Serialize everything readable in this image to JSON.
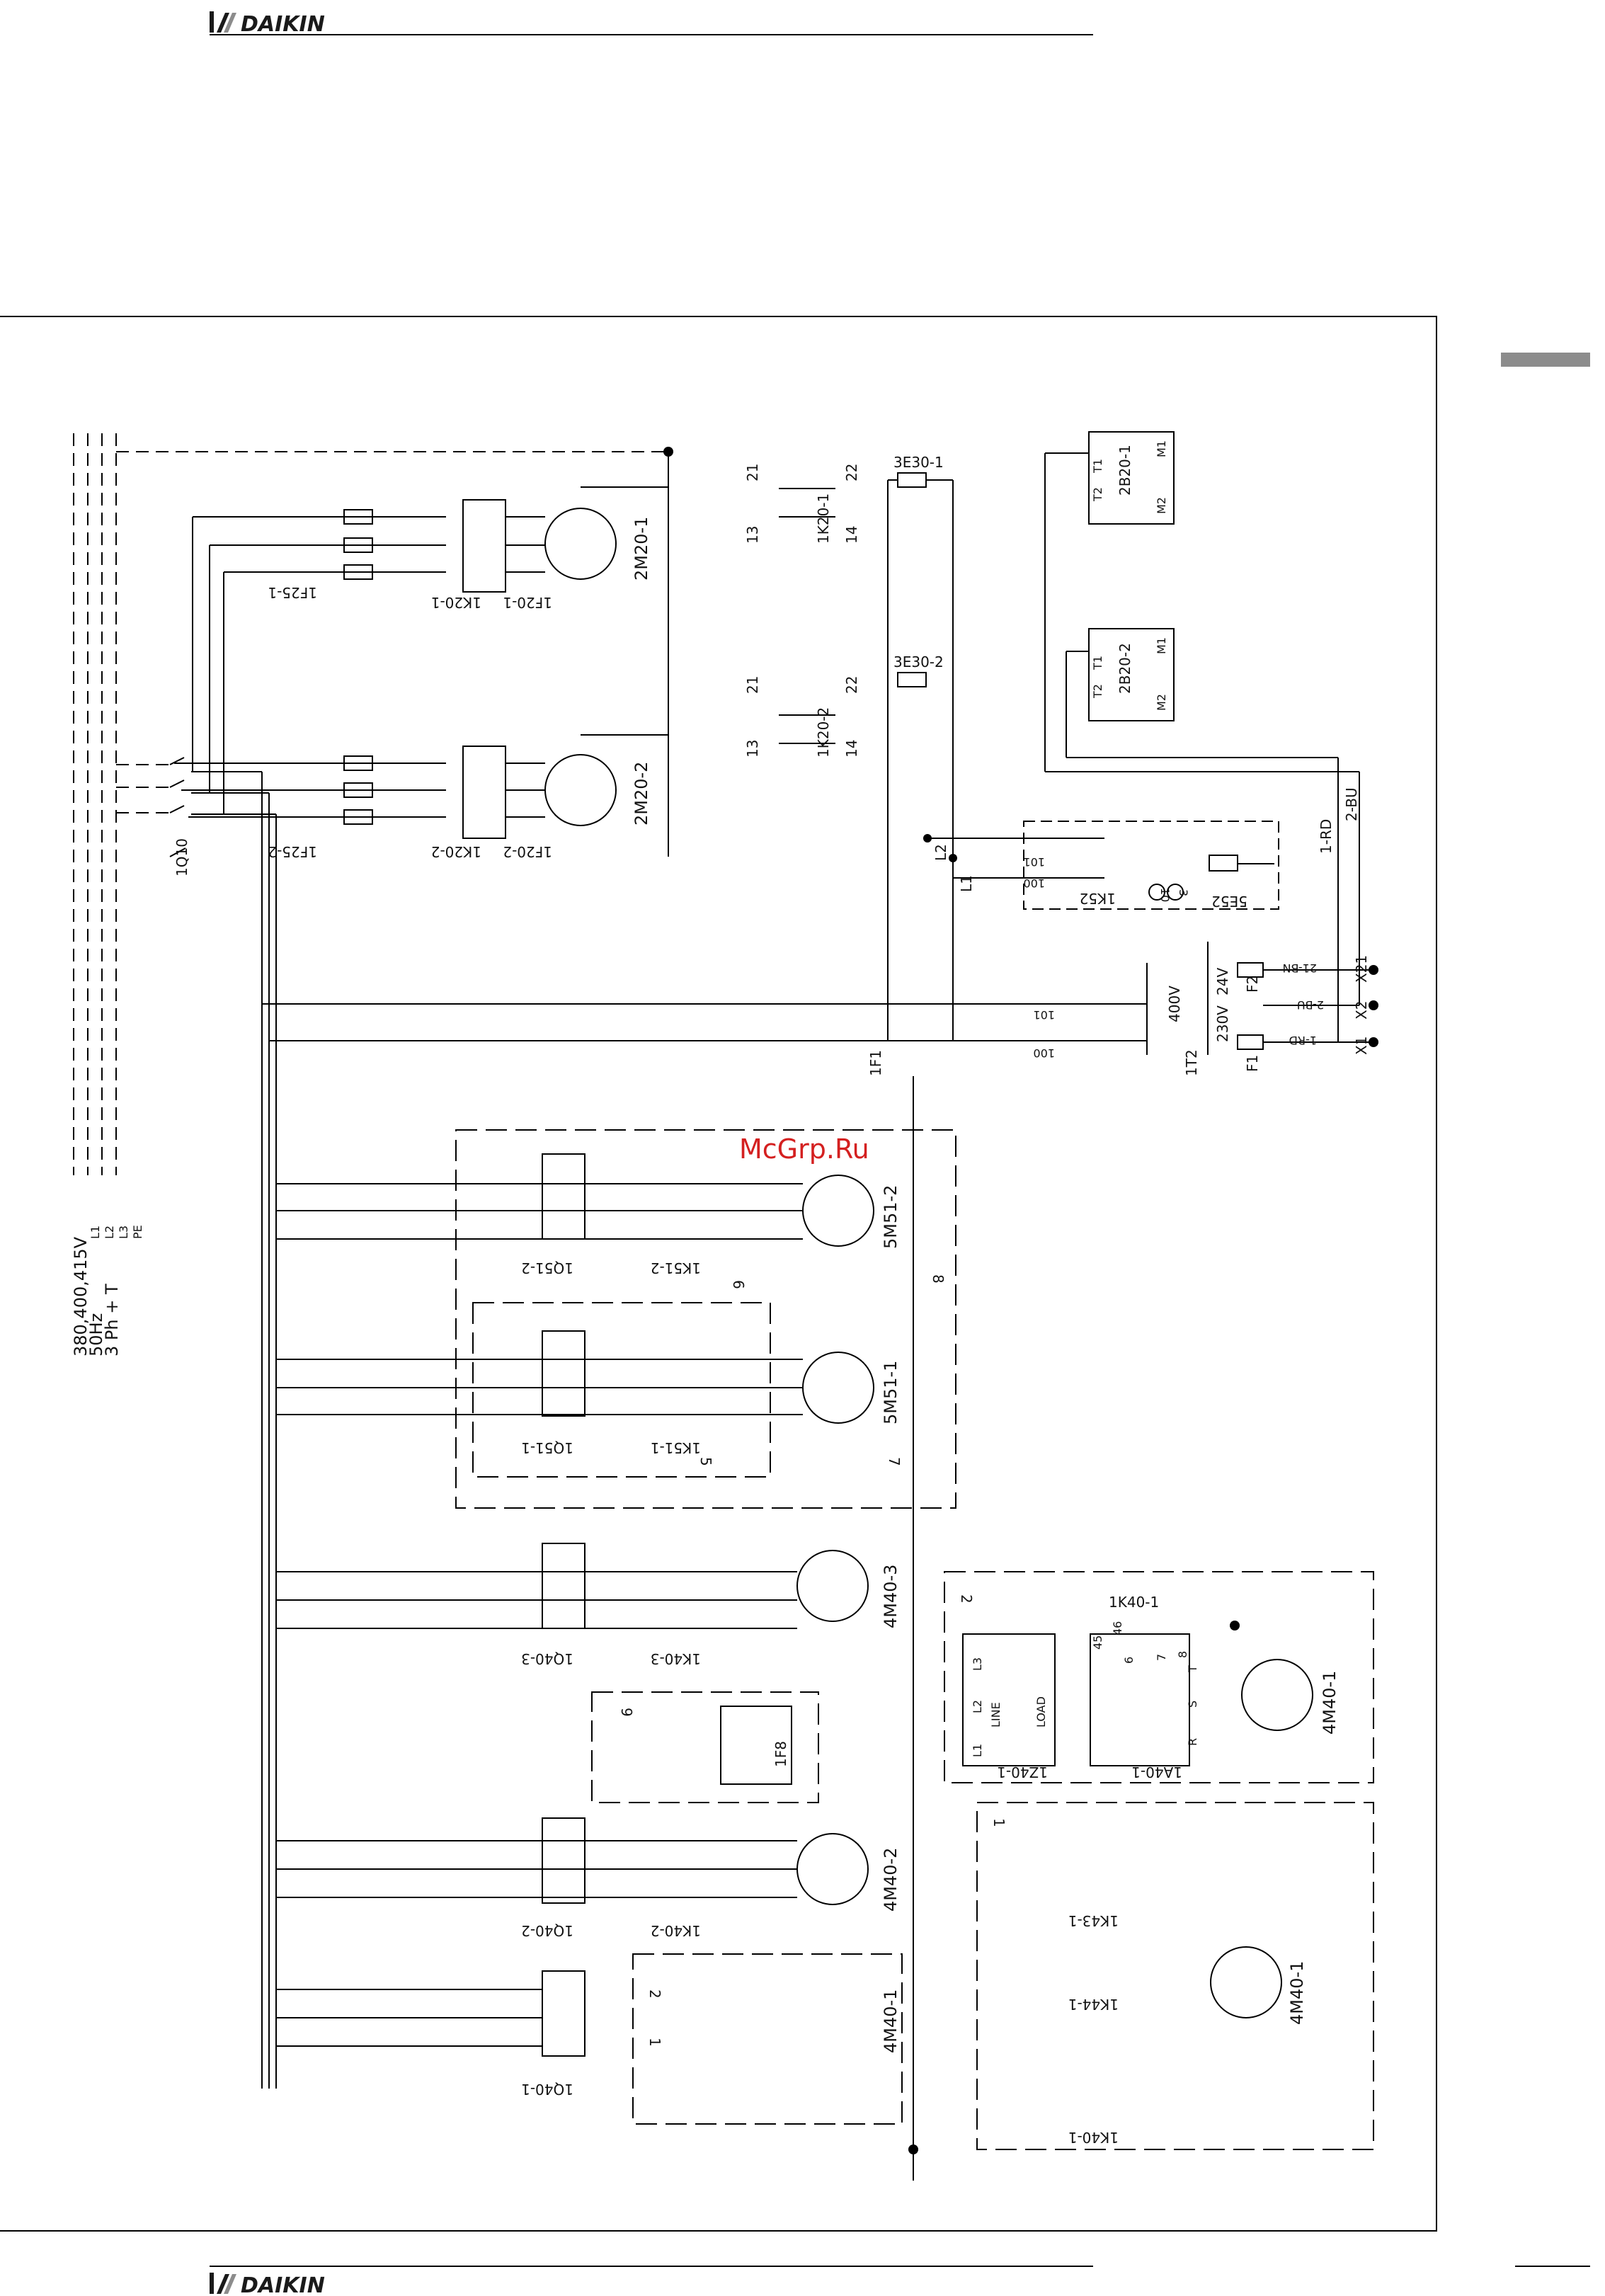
{
  "brand": "DAIKIN",
  "watermark": "McGrp.Ru",
  "supply": {
    "line1": "380,400,415V",
    "line2": "50Hz",
    "line3": "3 Ph + T",
    "conductors": [
      "L1",
      "L2",
      "L3",
      "PE"
    ]
  },
  "main_switch": "1Q10",
  "fans": [
    {
      "fuse": "1F25-1",
      "contactor": "1K20-1",
      "overload": "1F20-1",
      "motor": "2M20-1"
    },
    {
      "fuse": "1F25-2",
      "contactor": "1K20-2",
      "overload": "1F20-2",
      "motor": "2M20-2"
    }
  ],
  "aux_contacts": [
    {
      "ref": "1K20-1",
      "pins": [
        "21",
        "22",
        "13",
        "14"
      ]
    },
    {
      "ref": "1K20-2",
      "pins": [
        "21",
        "22",
        "13",
        "14"
      ]
    }
  ],
  "heaters": [
    "3E30-1",
    "3E30-2"
  ],
  "heater_bus": [
    "L2",
    "L1"
  ],
  "relay_block": {
    "relay": "1K52",
    "coil": "5E52",
    "wire_a": "101",
    "wire_b": "100",
    "tags": [
      "10",
      "3"
    ]
  },
  "transformer": {
    "ref": "1T2",
    "primary": "400V",
    "secondary_1": "24V",
    "secondary_2": "230V",
    "fuses": [
      "F2",
      "F1"
    ],
    "breaker": "1F1",
    "wires": [
      "101",
      "100"
    ],
    "wire_tags": [
      "21-BN",
      "2-BU",
      "1-RD"
    ]
  },
  "terminals": [
    "X21",
    "X2",
    "X1"
  ],
  "thermostats": [
    {
      "ref": "2B20-1",
      "pins": [
        "T1",
        "T2",
        "M1",
        "M2"
      ]
    },
    {
      "ref": "2B20-2",
      "pins": [
        "T1",
        "T2",
        "M1",
        "M2"
      ]
    }
  ],
  "wire_labels": [
    "1-RD",
    "2-BU"
  ],
  "pumps": [
    {
      "breaker": "1Q51-2",
      "contactor": "1K51-2",
      "motor": "5M51-2",
      "tag": "6",
      "outer_tag": "8"
    },
    {
      "breaker": "1Q51-1",
      "contactor": "1K51-1",
      "motor": "5M51-1",
      "tag": "5",
      "outer_tag": "7"
    }
  ],
  "compressors": [
    {
      "breaker": "1Q40-3",
      "contactor": "1K40-3",
      "motor": "4M40-3"
    },
    {
      "breaker": "1Q40-2",
      "contactor": "1K40-2",
      "motor": "4M40-2"
    },
    {
      "breaker": "1Q40-1",
      "motor": "4M40-1",
      "tags": [
        "1",
        "2"
      ]
    }
  ],
  "protection": {
    "ref": "1F8",
    "tag": "9"
  },
  "softstart": {
    "tag": "2",
    "filter": "1Z40-1",
    "starter": "1A40-1",
    "relay": "1K40-1",
    "motor": "4M40-1",
    "filter_pins": [
      "L1",
      "L2",
      "L3",
      "LINE",
      "LOAD"
    ],
    "starter_pins": [
      "45",
      "46",
      "6",
      "7",
      "8",
      "R",
      "S",
      "T"
    ]
  },
  "stardelta": {
    "tag": "1",
    "contactors": [
      "1K43-1",
      "1K44-1",
      "1K40-1"
    ],
    "motor": "4M40-1"
  }
}
